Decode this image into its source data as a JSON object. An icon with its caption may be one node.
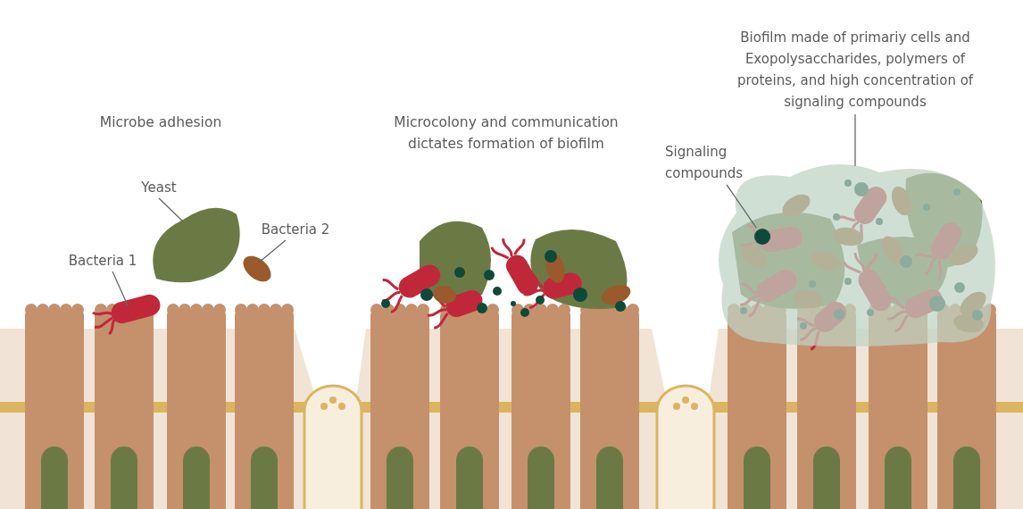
{
  "diagram": {
    "nodes": [
      {
        "text": [
          "Yeast"
        ]
      },
      {
        "text": [],
        "shape": "blob"
      },
      {
        "text": [
          "Bacteria 2"
        ]
      },
      {
        "text": [],
        "shape": "ellipse"
      },
      {
        "text": [
          "Bacteria 1"
        ]
      },
      {
        "text": [],
        "shape": "capsule"
      },
      {
        "text": [
          "Biofilm made of primariy cells and Exopolysaccharides, polymers of proteins, and high concentration of signaling compounds"
        ]
      },
      {
        "text": [],
        "shape": "cloud"
      },
      {
        "text": [
          "Signaling compounds"
        ]
      },
      {
        "text": [],
        "shape": "circle",
        "in": 7
      }
    ],
    "edges": [
      {
        "from": 0,
        "to": 1,
        "arrow": "none"
      },
      {
        "from": 2,
        "to": 3,
        "arrow": "none"
      },
      {
        "from": 4,
        "to": 5,
        "arrow": "none"
      },
      {
        "from": 6,
        "to": 7,
        "arrow": "none"
      },
      {
        "from": 8,
        "to": 9,
        "arrow": "none"
      }
    ],
    "labels": [
      "Microbe adhesion",
      "Microcolony and communication dictates formation of biofilm"
    ]
  }
}
